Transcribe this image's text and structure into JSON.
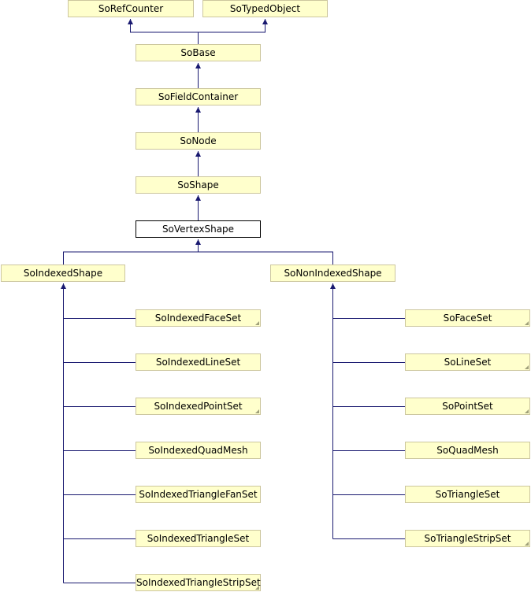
{
  "diagram": {
    "nodes": {
      "sorefcounter": "SoRefCounter",
      "sotypedobject": "SoTypedObject",
      "sobase": "SoBase",
      "sofieldcontainer": "SoFieldContainer",
      "sonode": "SoNode",
      "soshape": "SoShape",
      "sovertexshape": "SoVertexShape",
      "soindexedshape": "SoIndexedShape",
      "sononindexedshape": "SoNonIndexedShape",
      "soindexedfaceset": "SoIndexedFaceSet",
      "soindexedlineset": "SoIndexedLineSet",
      "soindexedpointset": "SoIndexedPointSet",
      "soindexedquadmesh": "SoIndexedQuadMesh",
      "soindexedtrianglefanset": "SoIndexedTriangleFanSet",
      "soindexedtriangleset": "SoIndexedTriangleSet",
      "soindexedtrianglestripset": "SoIndexedTriangleStripSet",
      "sofaceset": "SoFaceSet",
      "solineset": "SoLineSet",
      "sopointset": "SoPointSet",
      "soquadmesh": "SoQuadMesh",
      "sotriangleset": "SoTriangleSet",
      "sotrianglestripset": "SoTriangleStripSet"
    },
    "colors": {
      "edge": "#191970",
      "node_fill": "#ffffcc",
      "node_border": "#ccc69e",
      "current_fill": "#ffffff",
      "current_border": "#000000"
    }
  }
}
